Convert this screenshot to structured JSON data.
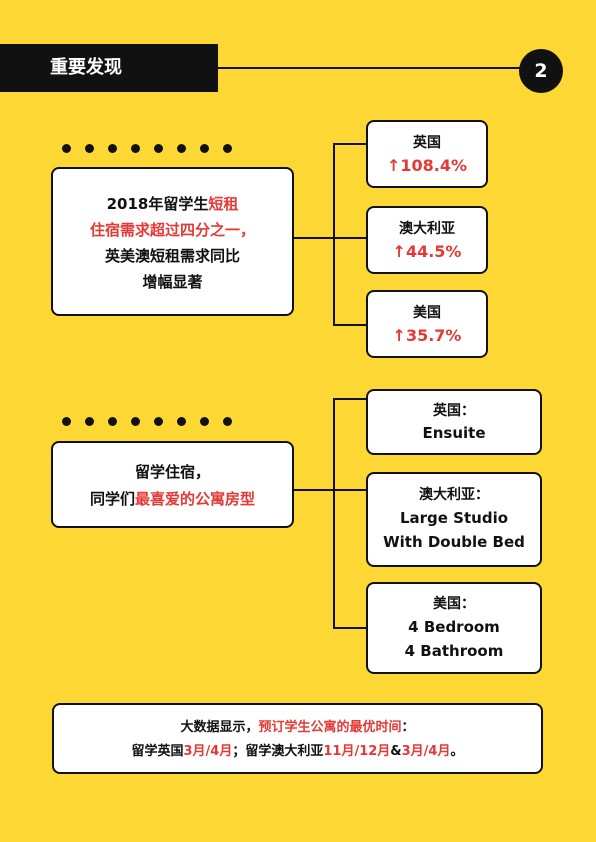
{
  "header": {
    "title": "重要发现",
    "page_number": "2"
  },
  "section1": {
    "main": {
      "line1_a": "2018年留学生",
      "line1_b": "短租",
      "line2": "住宿需求超过四分之一，",
      "line3": "英美澳短租需求同比",
      "line4": "增幅显著"
    },
    "items": [
      {
        "country": "英国",
        "value": "↑108.4%"
      },
      {
        "country": "澳大利亚",
        "value": "↑44.5%"
      },
      {
        "country": "美国",
        "value": "↑35.7%"
      }
    ]
  },
  "section2": {
    "main": {
      "line1": "留学住宿，",
      "line2_a": "同学们",
      "line2_b": "最喜爱的公寓房型"
    },
    "items": [
      {
        "country": "英国：",
        "lines": [
          "Ensuite"
        ]
      },
      {
        "country": "澳大利亚：",
        "lines": [
          "Large Studio",
          "With Double Bed"
        ]
      },
      {
        "country": "美国：",
        "lines": [
          "4 Bedroom",
          "4 Bathroom"
        ]
      }
    ]
  },
  "footer": {
    "line1_a": "大数据显示，",
    "line1_b": "预订学生公寓的最优时间",
    "line1_c": "：",
    "line2_a": "留学英国",
    "line2_b": "3月/4月",
    "line2_c": "；留学澳大利亚",
    "line2_d": "11月/12月",
    "line2_e": "&",
    "line2_f": "3月/4月",
    "line2_g": "。"
  },
  "colors": {
    "background": "#FDD835",
    "accent": "#E53935",
    "ink": "#111111"
  }
}
